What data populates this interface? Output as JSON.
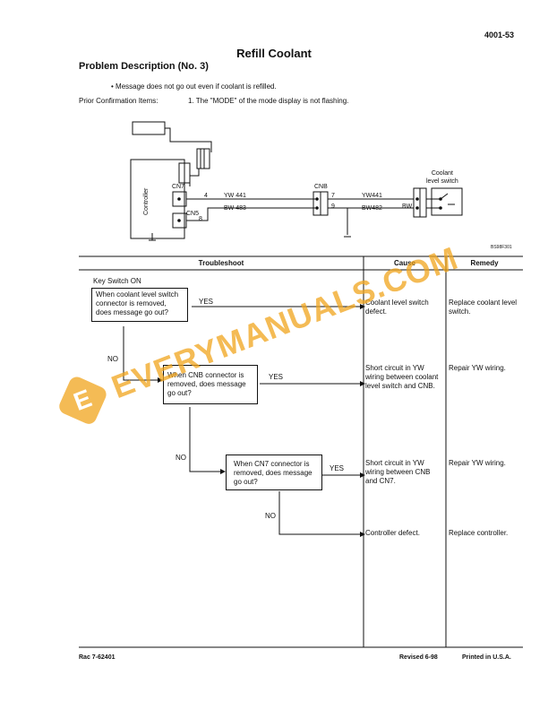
{
  "header": {
    "page_number": "4001-53"
  },
  "title": "Refill Coolant",
  "section_heading": "Problem Description (No. 3)",
  "bullet": "Message does not go out even if coolant is refilled.",
  "prior": {
    "label": "Prior Confirmation Items:",
    "item": "1. The \"MODE\" of the mode display is not flashing."
  },
  "wiring": {
    "controller_label": "Controller",
    "cn7": "CN7",
    "cn5": "CN5",
    "cnb": "CNB",
    "pin4": "4",
    "pin8": "8",
    "pin7": "7",
    "pin9": "9",
    "wire_yw_441": "YW  441",
    "wire_bw_483": "BW  483",
    "wire_yw441": "YW441",
    "wire_bw482": "BW482",
    "bw": "BW",
    "sensor_label": "Coolant\nlevel switch",
    "fig_code": "BS98F301"
  },
  "table": {
    "headers": [
      "Troubleshoot",
      "Cause",
      "Remedy"
    ],
    "start": "Key Switch ON",
    "questions": [
      "When coolant level switch connector is removed, does message go out?",
      "When CNB connector is removed, does message go out?",
      "When CN7 connector is removed, does message go out?"
    ],
    "yes": "YES",
    "no": "NO",
    "causes": [
      "Coolant level switch defect.",
      "Short circuit in YW wiring between coolant level switch and CNB.",
      "Short circuit in YW wiring between CNB and CN7.",
      "Controller defect."
    ],
    "remedies": [
      "Replace coolant level switch.",
      "Repair YW wiring.",
      "Repair YW wiring.",
      "Replace controller."
    ]
  },
  "watermark": "EVERYMANUALS.COM",
  "footer": {
    "left": "Rac 7-62401",
    "revised": "Revised 6-98",
    "printed": "Printed in U.S.A."
  },
  "colors": {
    "watermark": "#f1a51d"
  }
}
